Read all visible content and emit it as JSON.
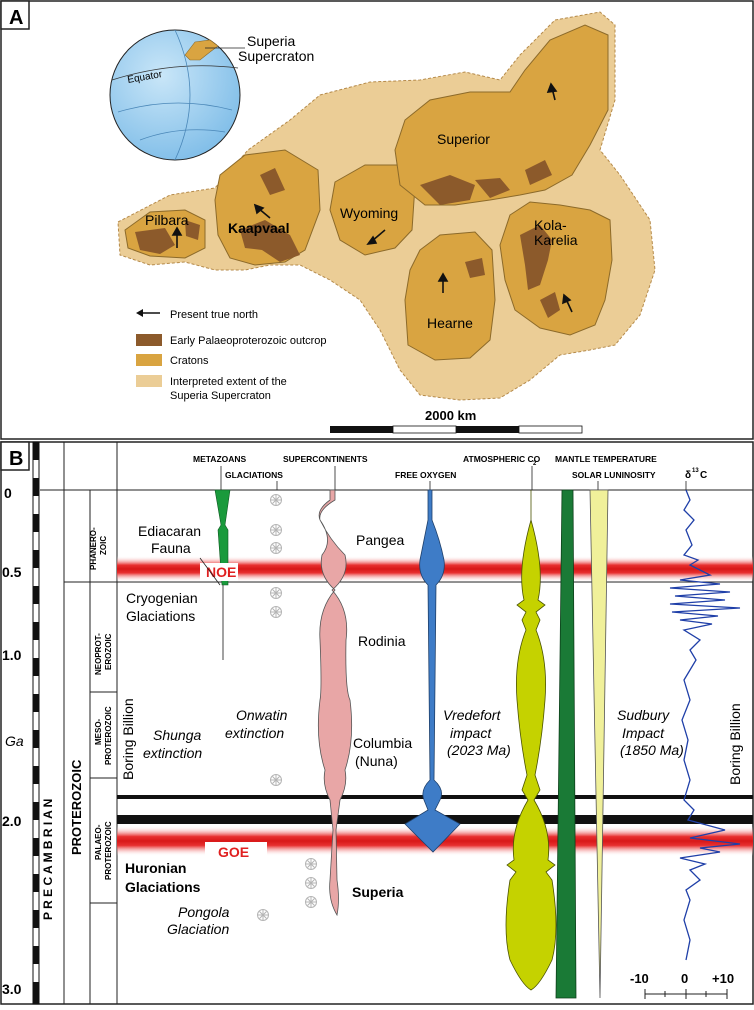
{
  "panel_a": {
    "label": "A",
    "globe": {
      "equator": "Equator",
      "supercraton_label_1": "Superia",
      "supercraton_label_2": "Supercraton"
    },
    "cratons": {
      "pilbara": "Pilbara",
      "kaapvaal": "Kaapvaal",
      "wyoming": "Wyoming",
      "superior": "Superior",
      "kola_1": "Kola-",
      "kola_2": "Karelia",
      "hearne": "Hearne"
    },
    "legend": {
      "north": "Present true north",
      "outcrop": "Early Palaeoproterozoic outcrop",
      "cratons": "Cratons",
      "extent_1": "Interpreted extent of the",
      "extent_2": "Superia Supercraton"
    },
    "scalebar": "2000 km",
    "colors": {
      "craton": "#d9a441",
      "outcrop": "#8c5a2b",
      "extent": "#e9c992",
      "globe": "#a9d4f0"
    }
  },
  "panel_b": {
    "label": "B",
    "axis_unit": "Ga",
    "y_ticks": [
      "0",
      "0.5",
      "1.0",
      "2.0",
      "3.0"
    ],
    "col_headers": {
      "metazoans": "METAZOANS",
      "glaciations": "GLACIATIONS",
      "supercontinents": "SUPERCONTINENTS",
      "free_oxygen": "FREE OXYGEN",
      "co2": "ATMOSPHERIC CO",
      "co2_sub": "2",
      "mantle": "MANTLE TEMPERATURE",
      "solar": "SOLAR LUNINOSITY",
      "d13c": "δ",
      "d13c_sup": "13",
      "d13c_tail": "C"
    },
    "eons": {
      "precambrian": "P R E C A M B R I A N",
      "proterozoic": "PROTEROZOIC",
      "phanerozoic_1": "PHANERO-",
      "phanerozoic_2": "ZOIC",
      "neo_1": "NEOPROT-",
      "neo_2": "EROZOIC",
      "meso_1": "MESO-",
      "meso_2": "PROTEROZOIC",
      "palaeo_1": "PALAEO-",
      "palaeo_2": "PROTEROZOIC"
    },
    "events": {
      "noe": "NOE",
      "goe": "GOE",
      "ediacaran_1": "Ediacaran",
      "ediacaran_2": "Fauna",
      "cryo_1": "Cryogenian",
      "cryo_2": "Glaciations",
      "pangea": "Pangea",
      "rodinia": "Rodinia",
      "columbia_1": "Columbia",
      "columbia_2": "(Nuna)",
      "superia": "Superia",
      "boring_left": "Boring Billion",
      "boring_right": "Boring Billion",
      "shunga_1": "Shunga",
      "shunga_2": "extinction",
      "onwatin_1": "Onwatin",
      "onwatin_2": "extinction",
      "vredefort_1": "Vredefort",
      "vredefort_2": "impact",
      "vredefort_3": "(2023 Ma)",
      "sudbury_1": "Sudbury",
      "sudbury_2": "Impact",
      "sudbury_3": "(1850 Ma)",
      "huronian_1": "Huronian",
      "huronian_2": "Glaciations",
      "pongola_1": "Pongola",
      "pongola_2": "Glaciation"
    },
    "d13c_ticks": [
      "-10",
      "0",
      "+10"
    ],
    "colors": {
      "metazoans": "#1a9a3c",
      "supercontinent": "#e8a6a6",
      "oxygen": "#3e7cc7",
      "co2": "#c5d200",
      "mantle": "#1a7a36",
      "solar": "#f0f09a",
      "d13c": "#1f3fa8",
      "red_event": "#e02020"
    }
  }
}
